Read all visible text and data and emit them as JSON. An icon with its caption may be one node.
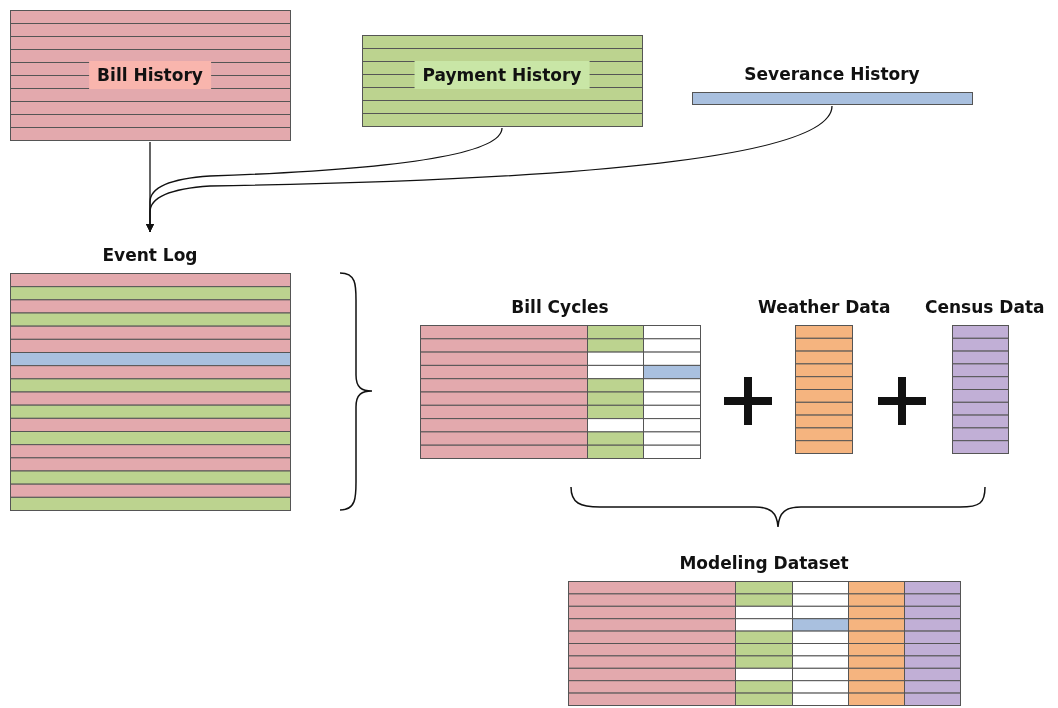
{
  "diagram": {
    "nodes": [
      {
        "text": [
          "Bill History"
        ]
      },
      {
        "text": [
          "Payment History"
        ]
      },
      {
        "text": [
          "Severance History"
        ]
      },
      {
        "text": [
          "Event Log"
        ]
      },
      {
        "text": [
          "Bill Cycles"
        ]
      },
      {
        "text": [
          "Weather Data"
        ]
      },
      {
        "text": [
          "Census Data"
        ]
      },
      {
        "text": [
          "Modeling Dataset"
        ]
      }
    ],
    "edges": [
      {
        "from": 0,
        "to": 3,
        "arrow": "to"
      },
      {
        "from": 1,
        "to": 3,
        "arrow": "to"
      },
      {
        "from": 2,
        "to": 3,
        "arrow": "to"
      }
    ]
  }
}
